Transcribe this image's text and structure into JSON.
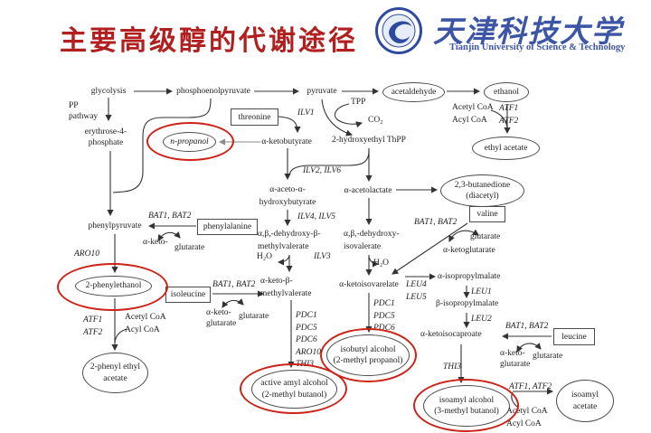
{
  "slide": {
    "title": "主要高级醇的代谢途径"
  },
  "logo": {
    "cn": "天津科技大学",
    "en": "Tianjin University of Science & Technology"
  },
  "colors": {
    "title": "#b21f1f",
    "logo": "#3c55a5",
    "highlight": "#cc2218"
  },
  "nodes": {
    "glycolysis": "glycolysis",
    "pp_pathway": "PP\npathway",
    "phosphoenolpyruvate": "phosphoenolpyruvate",
    "pyruvate": "pyruvate",
    "acetaldehyde": "acetaldehyde",
    "ethanol": "ethanol",
    "acetyl_acyl_top": "Acetyl CoA\nAcyl CoA",
    "ethyl_acetate": "ethyl acetate",
    "tpp": "TPP",
    "co2": "CO₂",
    "hydroxyethyl_thpp": "2-hydroxyethyl ThPP",
    "threonine": "threonine",
    "alpha_ketobutyrate": "α-ketobutyrate",
    "n_propanol": "n-propanol",
    "erythrose": "erythrose-4-\nphosphate",
    "aceto_hydroxybutyrate": "α-aceto-α-\nhydroxybutyrate",
    "acetolactate": "α-acetolactate",
    "butanedione": "2,3-butanedione\n(diacetyl)",
    "valine": "valine",
    "glutarate_valine": "glutarate",
    "ketoglutarate_valine": "α-ketoglutarate",
    "dehydroxy_methylvalerate": "α,β,-dehydroxy-β-\nmethylvalerate",
    "dehydroxy_isovalerate": "α,β,-dehydroxy-\nisovalerate",
    "h2o_left": "H₂O",
    "h2o_right": "H₂O",
    "keto_methylvalerate": "α-keto-β-\nmethylvalerate",
    "ketoisovarelate": "α-ketoisovarelate",
    "phenylpyruvate": "phenylpyruvate",
    "phenylalanine": "phenylalanine",
    "keto_phe": "α-keto-",
    "glutarate_phe": "glutarate",
    "phenylethanol": "2-phenylethanol",
    "acetyl_acyl_left": "Acetyl CoA\nAcyl CoA",
    "phenyl_ethyl_acetate": "2-phenyl ethyl\nacetate",
    "isoleucine": "isoleucine",
    "keto_ile": "α-keto-\nglutarate",
    "glutarate_ile": "glutarate",
    "active_amyl": "active amyl alcohol\n(2-methyl butanol)",
    "isobutyl": "isobutyl alcohol\n(2-methyl propanol)",
    "isopropylmalate_a": "α-isopropylmalate",
    "isopropylmalate_b": "β-isopropylmalate",
    "ketoisocaproate": "α-ketoisocaproate",
    "leucine": "leucine",
    "keto_leu": "α-keto-\nglutarate",
    "glutarate_leu": "glutarate",
    "isoamyl_alcohol": "isoamyl alcohol\n(3-methyl butanol)",
    "acetyl_acyl_right": "Acetyl CoA\nAcyl CoA",
    "isoamyl_acetate": "isoamyl\nacetate"
  },
  "enzymes": {
    "atf12_top": "ATF1\nATF2",
    "ilv1": "ILV1",
    "ilv2_6": "ILV2, ILV6",
    "ilv4_5": "ILV4, ILV5",
    "ilv3": "ILV3",
    "bat12_phe": "BAT1, BAT2",
    "bat12_ile": "BAT1, BAT2",
    "bat12_val": "BAT1, BAT2",
    "bat12_leu": "BAT1, BAT2",
    "aro10": "ARO10",
    "atf12_left": "ATF1\nATF2",
    "pdc_mid": "PDC1\nPDC5\nPDC6\nARO10\nTHI3",
    "pdc_right": "PDC1\nPDC5\nPDC6",
    "leu45": "LEU4\nLEU5",
    "leu1": "LEU1",
    "leu2": "LEU2",
    "thi3": "THI3",
    "atf12_right": "ATF1, ATF2"
  }
}
